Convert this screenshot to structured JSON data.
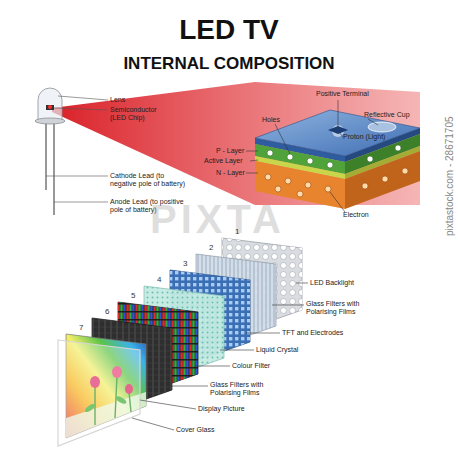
{
  "diagram": {
    "title": "LED TV",
    "labels": [
      "INTERNAL COMPOSITION",
      "pixtastock.com - 28671705",
      "Lens",
      "Semiconductor (LED Chip)",
      "Positive Terminal",
      "Reflective Cup",
      "Holes",
      "Proton (Light)",
      "P - Layer",
      "Active Layer",
      "N - Layer",
      "Cathode Lead (to negative pole of battery)",
      "Anode Lead (to positive pole of battery)",
      "Electron",
      "PIXTA",
      "1",
      "2",
      "3",
      "4",
      "5",
      "6",
      "7",
      "LED Backlight",
      "Glass Filters with Polarising Films",
      "TFT and Electrodes",
      "Liquid Crystal",
      "Colour Filter",
      "Glass Filters with Polarising Films",
      "Display Picture",
      "Cover Glass"
    ]
  }
}
